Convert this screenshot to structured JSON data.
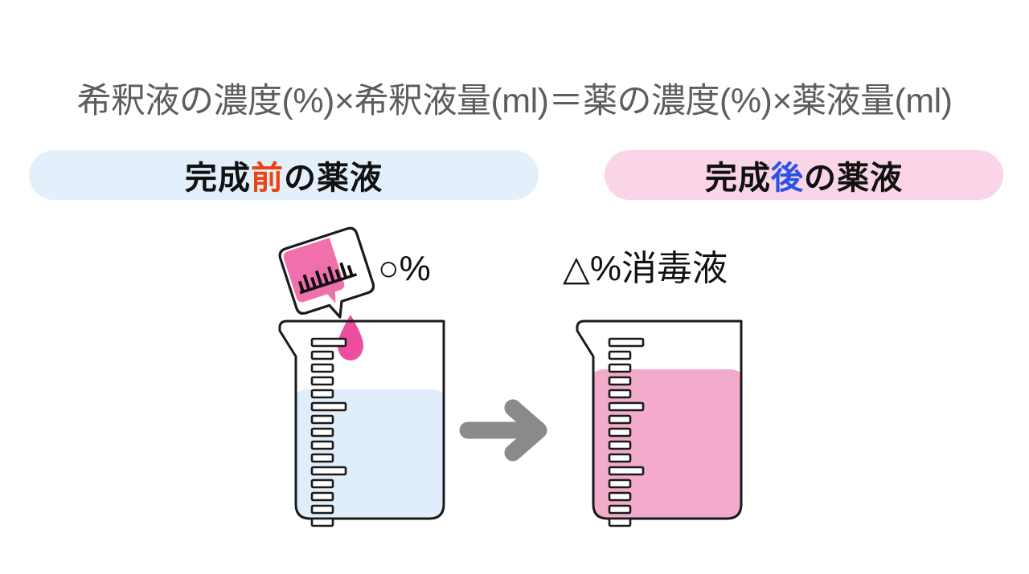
{
  "formula": {
    "text": "希釈液の濃度(%)×希釈液量(ml)＝薬の濃度(%)×薬液量(ml)"
  },
  "pills": {
    "before": {
      "prefix": "完成",
      "highlight": "前",
      "suffix": "の薬液",
      "full_text": "完成前の薬液",
      "background_color": "#e3f0fb",
      "highlight_color": "#ef4211"
    },
    "after": {
      "prefix": "完成",
      "highlight": "後",
      "suffix": "の薬液",
      "full_text": "完成後の薬液",
      "background_color": "#f9d5e7",
      "highlight_color": "#2b52e8"
    }
  },
  "captions": {
    "source_concentration": "○%",
    "result_concentration": "△%消毒液"
  },
  "icons": {
    "dropper": "measuring-cup-icon",
    "drop": "liquid-drop-icon",
    "arrow": "right-arrow-icon",
    "beaker_before": "beaker-icon",
    "beaker_after": "beaker-icon"
  },
  "colors": {
    "liquid_blue": "#dfeefa",
    "liquid_pink": "#f3abcc",
    "drop_pink": "#ec4f9d",
    "cup_pink": "#f070ab",
    "arrow_gray": "#8a8a8a",
    "outline": "#1a1a1a",
    "formula_gray": "#5d5d5d"
  },
  "beakers": {
    "before": {
      "liquid": "light-blue",
      "fill_level": "medium"
    },
    "after": {
      "liquid": "pink",
      "fill_level": "high"
    }
  }
}
